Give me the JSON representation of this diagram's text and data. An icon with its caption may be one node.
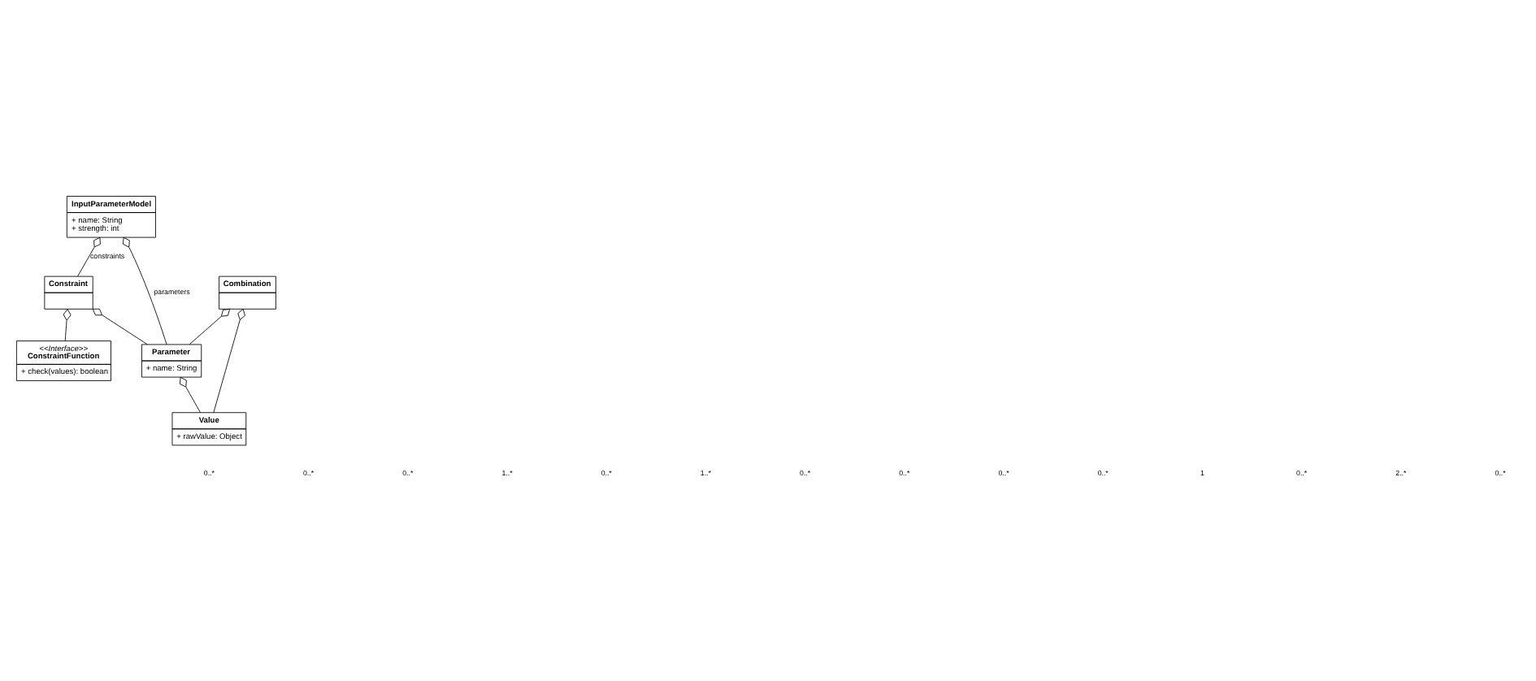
{
  "diagram": {
    "nodes": [
      {
        "text": [
          "InputParameterModel",
          "+ name: String",
          "+ strength: int"
        ]
      },
      {
        "text": [
          "Constraint"
        ]
      },
      {
        "text": [
          "Parameter",
          "+ name: String"
        ]
      },
      {
        "text": [
          "Combination"
        ]
      },
      {
        "text": [
          "<<Interface>>",
          "ConstraintFunction",
          "+ check(values): boolean"
        ]
      },
      {
        "text": [
          "Value",
          "+ rawValue: Object"
        ]
      }
    ],
    "edges": [
      {
        "from": 0,
        "to": 1,
        "arrow": "other",
        "label": "constraints"
      },
      {
        "from": 0,
        "to": 2,
        "arrow": "other",
        "label": "parameters"
      },
      {
        "from": 1,
        "to": 2,
        "arrow": "other"
      },
      {
        "from": 3,
        "to": 2,
        "arrow": "other"
      },
      {
        "from": 1,
        "to": 4,
        "arrow": "other"
      },
      {
        "from": 2,
        "to": 5,
        "arrow": "other"
      },
      {
        "from": 3,
        "to": 5,
        "arrow": "other"
      }
    ],
    "labels": [
      "0..*",
      "0..*",
      "0..*",
      "1..*",
      "0..*",
      "1..*",
      "0..*",
      "0..*",
      "0..*",
      "0..*",
      "1",
      "0..*",
      "2..*",
      "0..*"
    ]
  }
}
